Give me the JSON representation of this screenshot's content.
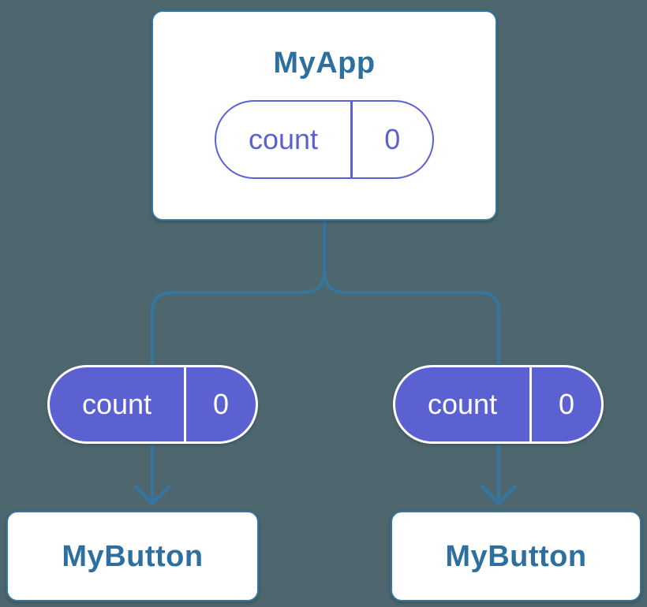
{
  "colors": {
    "background": "#4E676E",
    "connector_line": "#3476A0",
    "node_fill": "#FFFFFF",
    "node_border": "#3476A0",
    "title_text": "#2D6F9E",
    "state_purple": "#5C61D1",
    "pill_light_text": "#FFFFFF"
  },
  "tree": {
    "root": {
      "label": "MyApp",
      "state": {
        "name": "count",
        "value": "0"
      }
    },
    "children": [
      {
        "label": "MyButton",
        "prop": {
          "name": "count",
          "value": "0"
        }
      },
      {
        "label": "MyButton",
        "prop": {
          "name": "count",
          "value": "0"
        }
      }
    ]
  }
}
